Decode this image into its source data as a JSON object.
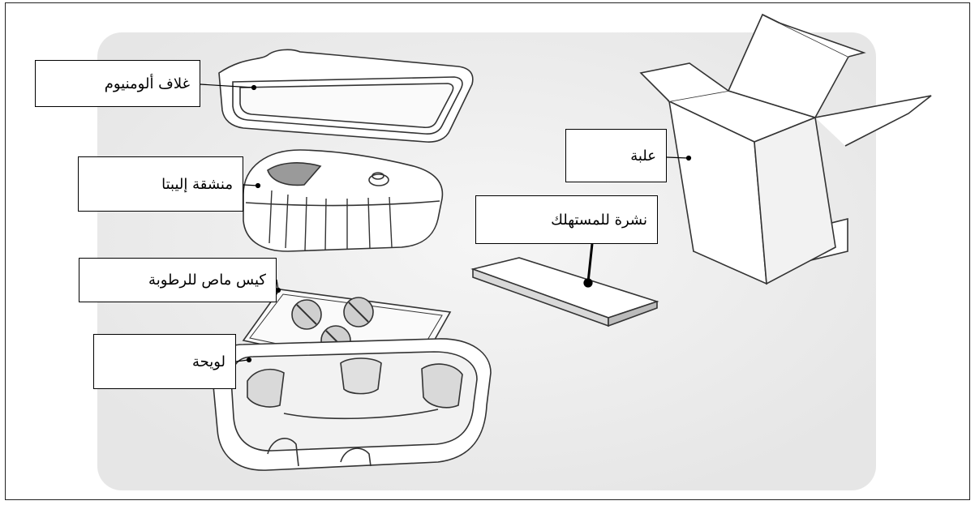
{
  "labels": {
    "foil": "غلاف ألومنيوم",
    "inhaler": "منشقة إليبتا",
    "desiccant": "كيس ماص للرطوبة",
    "tray": "لويحة",
    "leaflet": "نشرة للمستهلك",
    "box": "علبة"
  },
  "colors": {
    "line": "#333333",
    "background": "#eeeeee",
    "part_fill": "#ffffff"
  }
}
